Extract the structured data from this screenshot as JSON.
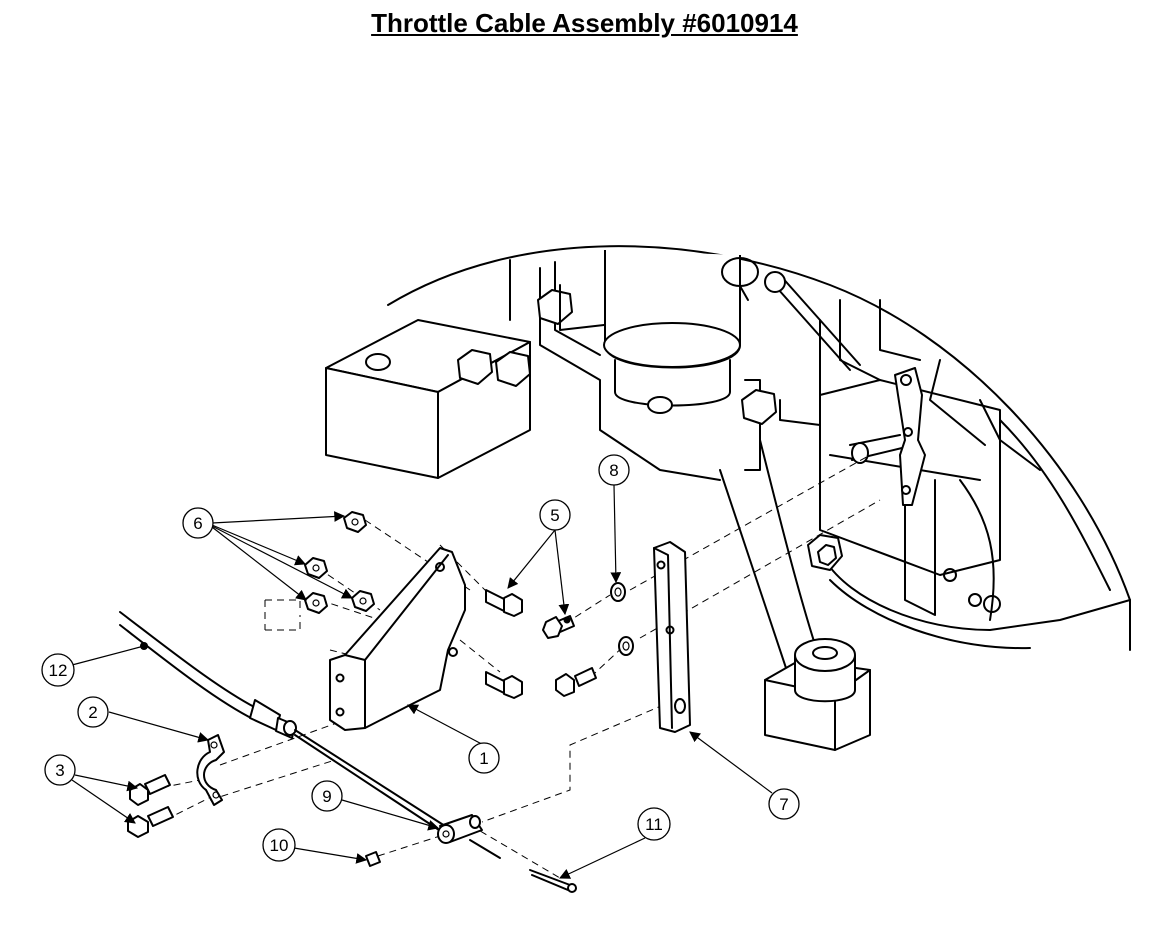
{
  "title": "Throttle Cable Assembly #6010914",
  "callouts": [
    {
      "id": "c1",
      "label": "1"
    },
    {
      "id": "c2",
      "label": "2"
    },
    {
      "id": "c3",
      "label": "3"
    },
    {
      "id": "c5",
      "label": "5"
    },
    {
      "id": "c6",
      "label": "6"
    },
    {
      "id": "c7",
      "label": "7"
    },
    {
      "id": "c8",
      "label": "8"
    },
    {
      "id": "c9",
      "label": "9"
    },
    {
      "id": "c10",
      "label": "10"
    },
    {
      "id": "c11",
      "label": "11"
    },
    {
      "id": "c12",
      "label": "12"
    }
  ]
}
